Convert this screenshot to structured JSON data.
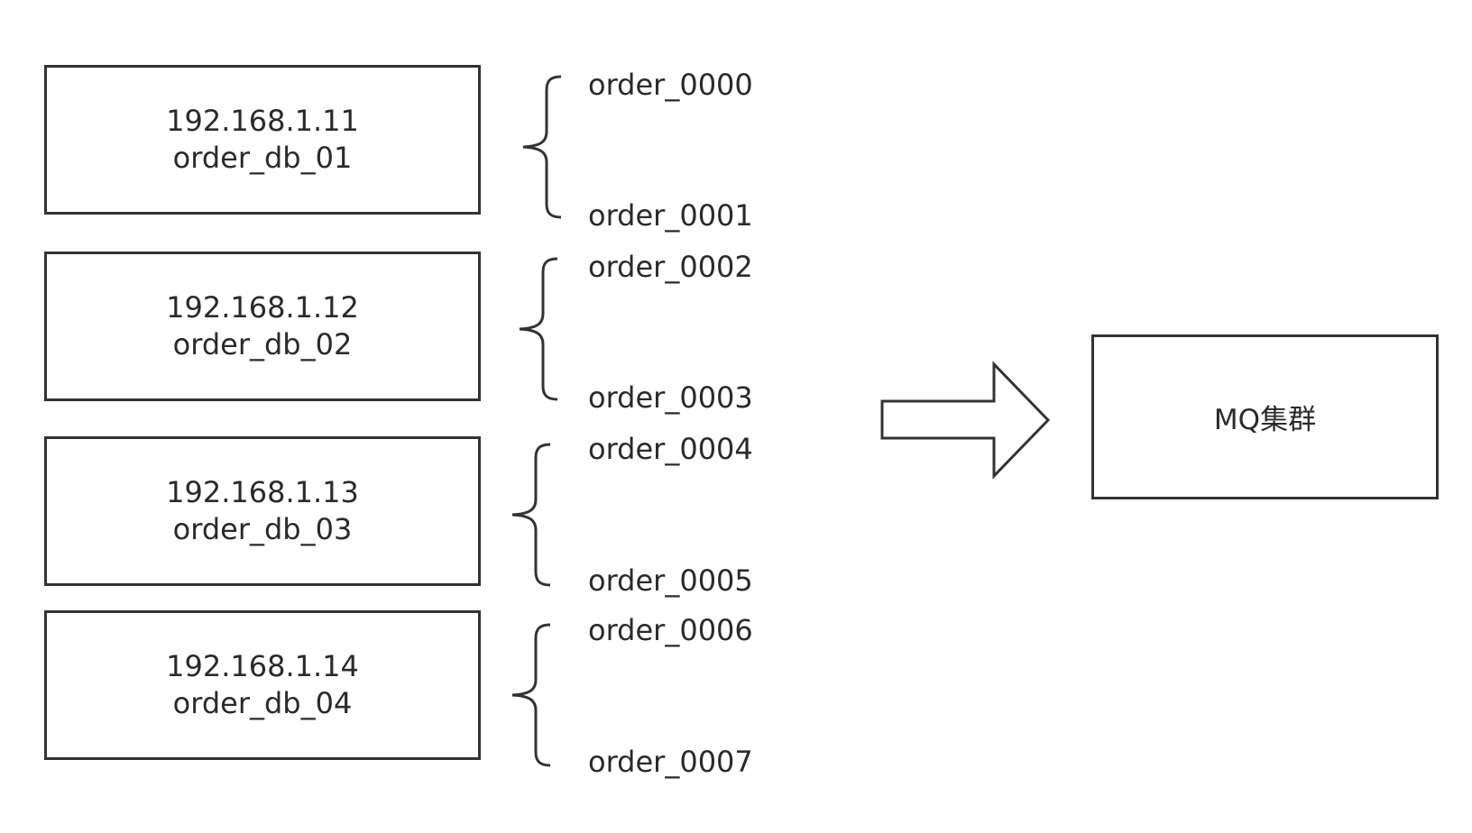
{
  "databases": [
    {
      "ip": "192.168.1.11",
      "name": "order_db_01",
      "tables": [
        "order_0000",
        "order_0001"
      ]
    },
    {
      "ip": "192.168.1.12",
      "name": "order_db_02",
      "tables": [
        "order_0002",
        "order_0003"
      ]
    },
    {
      "ip": "192.168.1.13",
      "name": "order_db_03",
      "tables": [
        "order_0004",
        "order_0005"
      ]
    },
    {
      "ip": "192.168.1.14",
      "name": "order_db_04",
      "tables": [
        "order_0006",
        "order_0007"
      ]
    }
  ],
  "target": {
    "label": "MQ集群"
  },
  "colors": {
    "stroke": "#333333",
    "text": "#2a2a2a",
    "background": "#ffffff"
  }
}
